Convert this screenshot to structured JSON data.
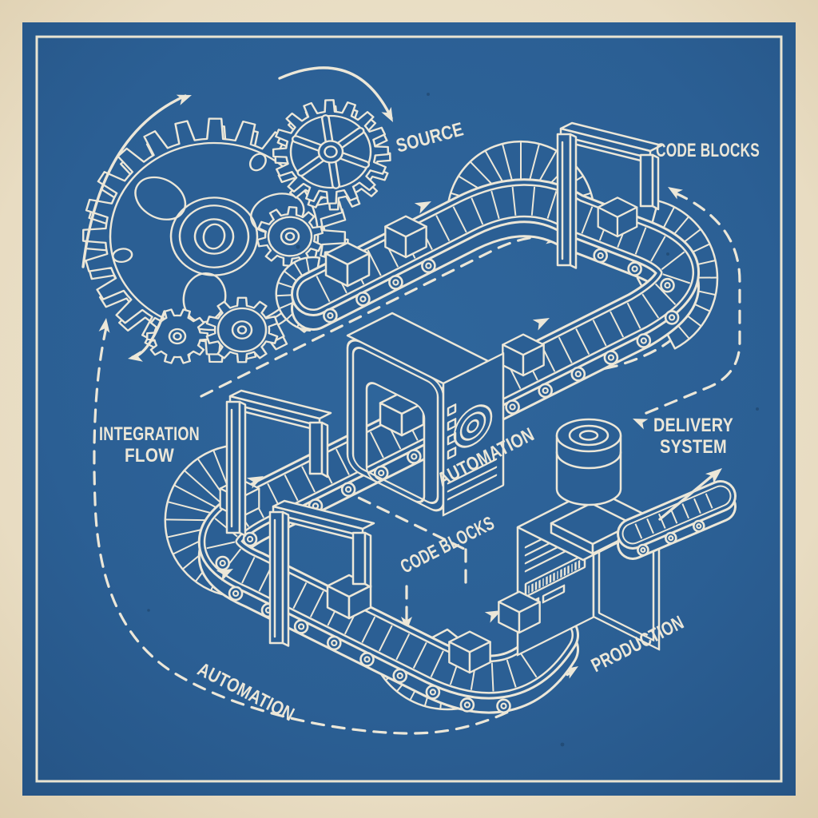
{
  "illustration": {
    "labels": {
      "source": "SOURCE",
      "code_blocks_top": "CODE BLOCKS",
      "integration_line1": "INTEGRATION",
      "integration_line2": "FLOW",
      "automation_middle": "AUTOMATION",
      "delivery_line1": "DELIVERY",
      "delivery_line2": "SYSTEM",
      "code_blocks_center": "CODE BLOCKS",
      "production": "PRODUCTION",
      "automation_bottom": "AUTOMATION"
    },
    "colors": {
      "paper": "#e8dcc2",
      "blueprint_blue": "#2b5f94",
      "line_cream": "#ece7d8"
    },
    "icons": {
      "gears": "gear-icon",
      "conveyor": "conveyor-belt-icon",
      "cube": "code-block-cube-icon",
      "flow_arrow": "flow-arrow-icon",
      "scanner": "scanner-gate-icon",
      "machine": "automation-machine-icon",
      "production": "production-machine-icon"
    }
  }
}
